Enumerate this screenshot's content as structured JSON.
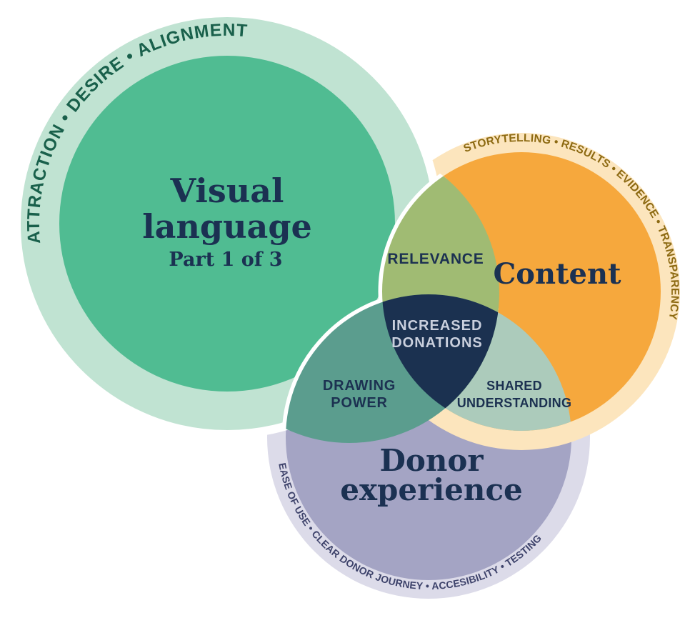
{
  "diagram": {
    "background": "#ffffff",
    "heading_color": "#1b3152",
    "label_color": "#1c3151",
    "circles": {
      "visual_language": {
        "title_line1": "Visual",
        "title_line2": "language",
        "subtitle": "Part 1 of 3",
        "ring_keywords": "ATTRACTION • DESIRE • ALIGNMENT",
        "fill": "#50bc92",
        "ring_fill": "#c0e3d2",
        "ring_text_color": "#19604b"
      },
      "content": {
        "title": "Content",
        "ring_keywords": "STORYTELLING • RESULTS • EVIDENCE • TRANSPARENCY",
        "fill": "#f6a83d",
        "ring_fill": "#fce5bd",
        "ring_text_color": "#8d6a12"
      },
      "donor_experience": {
        "title_line1": "Donor",
        "title_line2": "experience",
        "ring_keywords": "EASE OF USE • CLEAR DONOR JOURNEY • ACCESIBILITY • TESTING",
        "fill": "#a4a4c4",
        "ring_fill": "#dcdbe9",
        "ring_text_color": "#3e436b"
      }
    },
    "intersections": {
      "visual_content": {
        "label": "RELEVANCE",
        "fill": "#a0bb73"
      },
      "visual_donor": {
        "label_line1": "DRAWING",
        "label_line2": "POWER",
        "fill": "#5b9d8e"
      },
      "content_donor": {
        "label_line1": "SHARED",
        "label_line2": "UNDERSTANDING",
        "fill": "#accbbb"
      },
      "center": {
        "label_line1": "INCREASED",
        "label_line2": "DONATIONS",
        "fill": "#1b3150",
        "text_color": "#c9cfdd"
      }
    }
  }
}
